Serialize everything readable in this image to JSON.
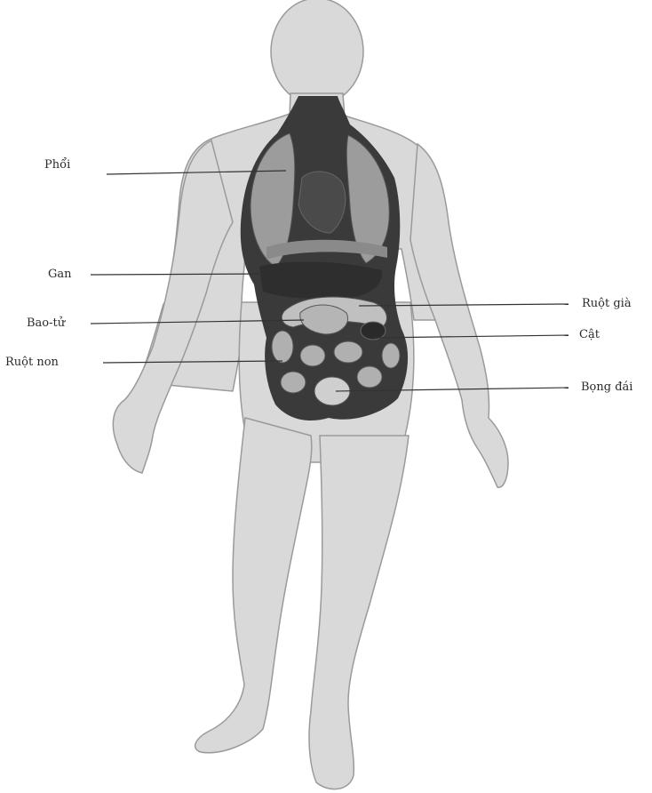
{
  "labels": {
    "lungs": "Phổi",
    "liver": "Gan",
    "stomach": "Bao-tử",
    "small_intestine": "Ruột non",
    "large_intestine": "Ruột già",
    "kidney": "Cật",
    "bladder": "Bọng đái"
  },
  "colors": {
    "body_fill": "#d9d9d9",
    "body_outline": "#9a9a9a",
    "cavity_fill": "#3a3a3a",
    "organ_light": "#bdbdbd",
    "leader_line": "#333333",
    "text": "#2a2a2a"
  }
}
